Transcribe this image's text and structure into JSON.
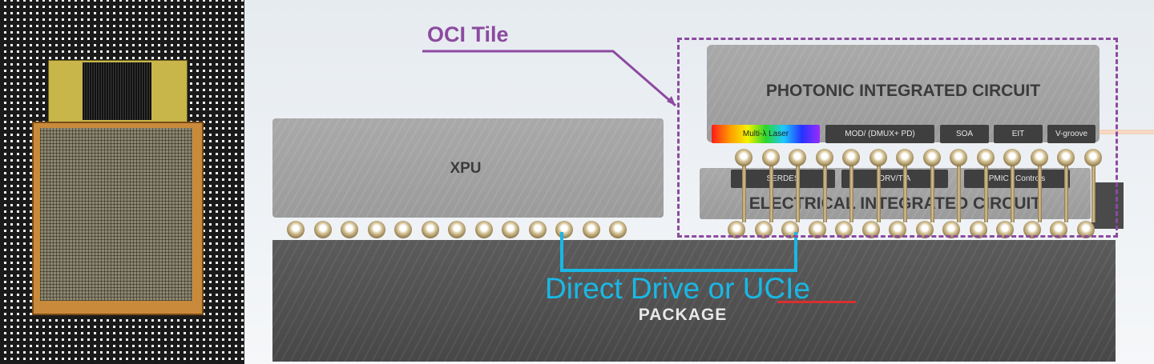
{
  "colors": {
    "oci_purple": "#8c4aa0",
    "direct_drive_blue": "#19b8e6",
    "package_dark": "#4f4f4f",
    "chip_grey": "#a6a6a6"
  },
  "photo": {
    "icon": "photonic-module-photo"
  },
  "labels": {
    "oci_tile": "OCI Tile",
    "photonic": "PHOTONIC INTEGRATED CIRCUIT",
    "electrical": "ELECTRICAL INTEGRATED CIRCUIT",
    "xpu": "XPU",
    "package": "PACKAGE",
    "direct_drive_prefix": "Direct Drive or ",
    "ucie": "UCIe"
  },
  "pic_components": [
    "Multi-λ Laser",
    "MOD/ (DMUX+ PD)",
    "SOA",
    "EIT",
    "V-groove"
  ],
  "eic_components": [
    "SERDES",
    "DRV/TIA",
    "PMIC / Controls"
  ]
}
